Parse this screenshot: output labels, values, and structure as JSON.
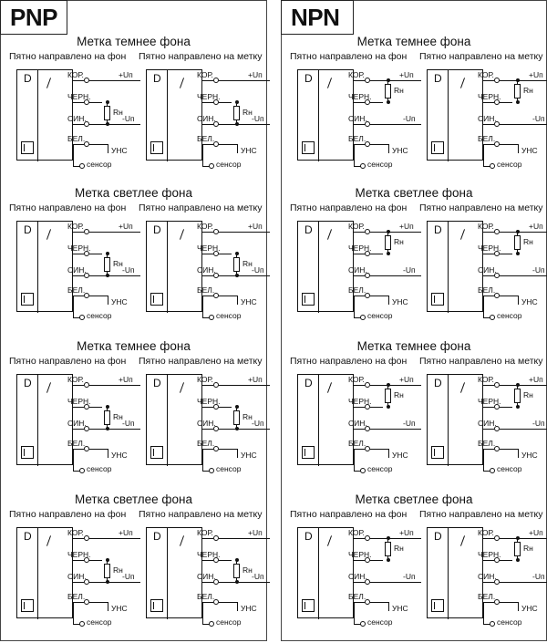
{
  "pnp": {
    "badge": "PNP",
    "sections": [
      {
        "title": "Метка темнее фона",
        "left": "Пятно направлено на фон",
        "right": "Пятно направлено на метку"
      },
      {
        "title": "Метка светлее фона",
        "left": "Пятно направлено на фон",
        "right": "Пятно направлено на метку"
      },
      {
        "title": "Метка темнее фона",
        "left": "Пятно направлено на фон",
        "right": "Пятно направлено на метку"
      },
      {
        "title": "Метка светлее фона",
        "left": "Пятно направлено на фон",
        "right": "Пятно направлено на метку"
      }
    ]
  },
  "npn": {
    "badge": "NPN",
    "sections": [
      {
        "title": "Метка темнее фона",
        "left": "Пятно направлено на фон",
        "right": "Пятно направлено на метку"
      },
      {
        "title": "Метка светлее фона",
        "left": "Пятно направлено на фон",
        "right": "Пятно направлено на метку"
      },
      {
        "title": "Метка темнее фона",
        "left": "Пятно направлено на фон",
        "right": "Пятно направлено на метку"
      },
      {
        "title": "Метка светлее фона",
        "left": "Пятно направлено на фон",
        "right": "Пятно направлено на метку"
      }
    ]
  },
  "wiring": {
    "d": "D",
    "kor": "КОР.",
    "chern": "ЧЕРН.",
    "sin": "СИН.",
    "bel": "БЕЛ.",
    "sensor": "сенсор",
    "plus": "+Uп",
    "minus": "-Uп",
    "uns": "УНС",
    "rn": "Rн"
  }
}
